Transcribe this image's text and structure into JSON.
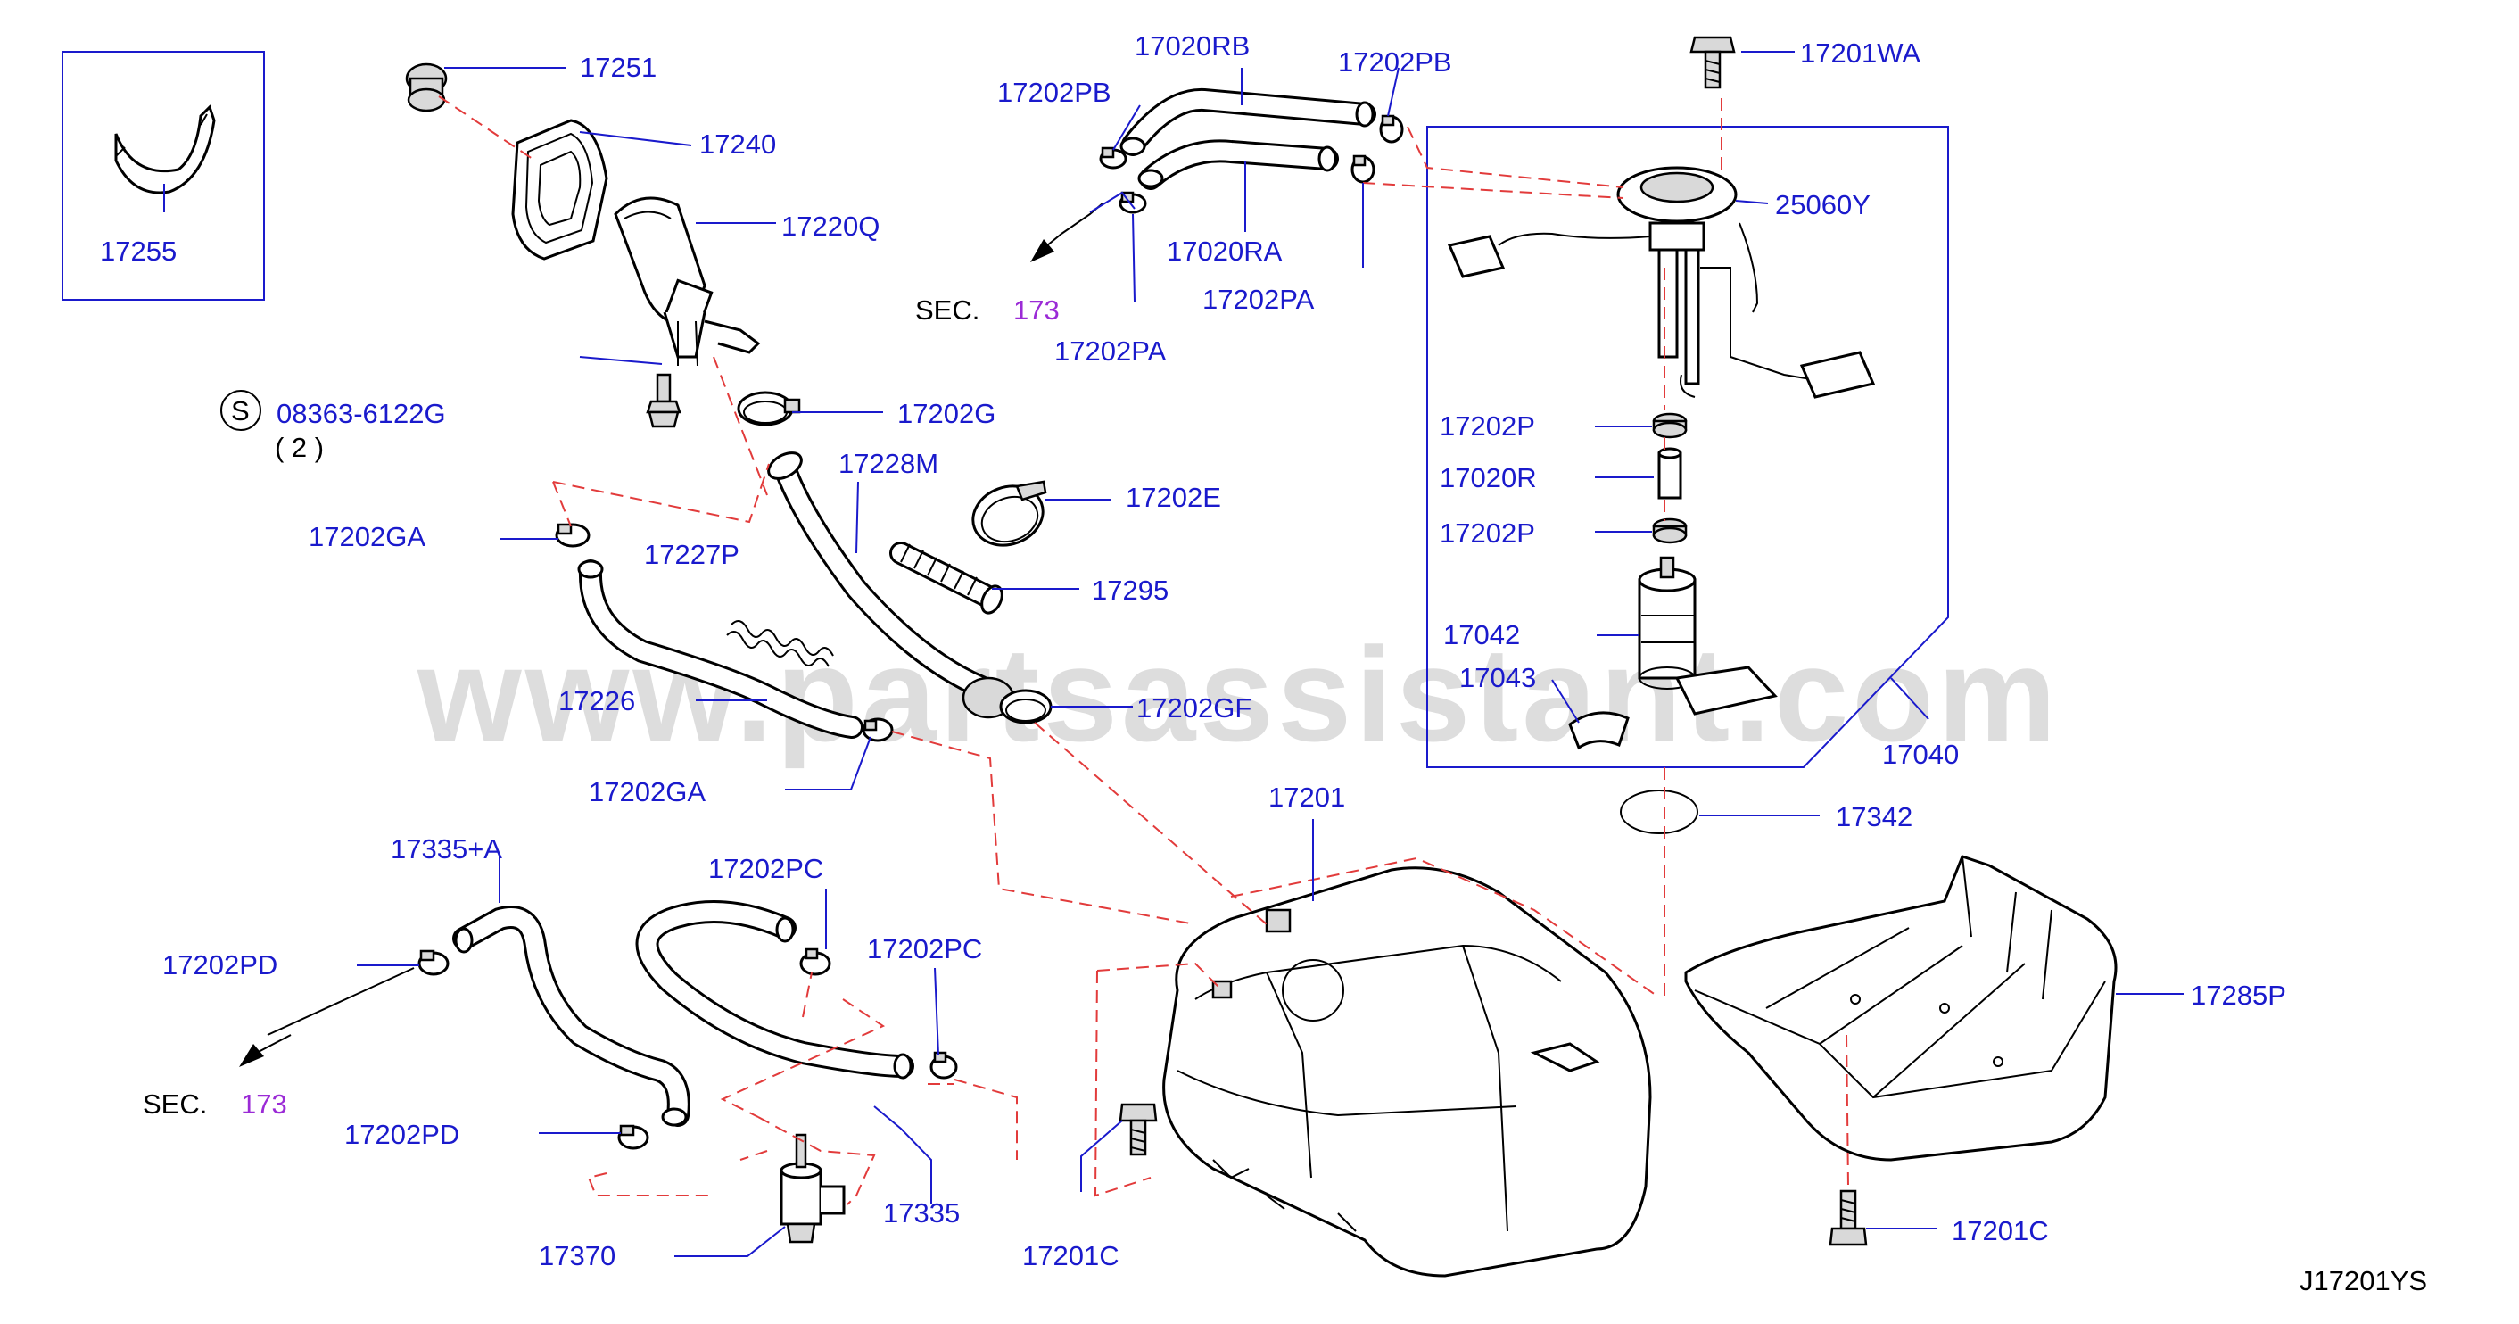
{
  "watermark": "www.partsassistant.com",
  "diagram_code": "J17201YS",
  "screw_symbol": "S",
  "screw_qty": "( 2 )",
  "sec_text": "SEC.",
  "sec_number": "173",
  "labels": {
    "p17255": "17255",
    "p17251": "17251",
    "p17240": "17240",
    "p17220Q": "17220Q",
    "p08363": "08363-6122G",
    "p17202G": "17202G",
    "p17228M": "17228M",
    "p17202E": "17202E",
    "p17202GA_top": "17202GA",
    "p17227P": "17227P",
    "p17295": "17295",
    "p17226": "17226",
    "p17202GF": "17202GF",
    "p17202GA_bot": "17202GA",
    "p17020RB": "17020RB",
    "p17202PB_left": "17202PB",
    "p17202PB_right": "17202PB",
    "p17020RA": "17020RA",
    "p17202PA_right": "17202PA",
    "p17202PA_left": "17202PA",
    "p17201WA": "17201WA",
    "p25060Y": "25060Y",
    "p17202P_top": "17202P",
    "p17020R": "17020R",
    "p17202P_bot": "17202P",
    "p17042": "17042",
    "p17043": "17043",
    "p17040": "17040",
    "p17342": "17342",
    "p17201": "17201",
    "p17285P": "17285P",
    "p17201C_right": "17201C",
    "p17201C_left": "17201C",
    "p17335A": "17335+A",
    "p17202PD_top": "17202PD",
    "p17202PD_bot": "17202PD",
    "p17202PC_top": "17202PC",
    "p17202PC_right": "17202PC",
    "p17335": "17335",
    "p17370": "17370"
  }
}
